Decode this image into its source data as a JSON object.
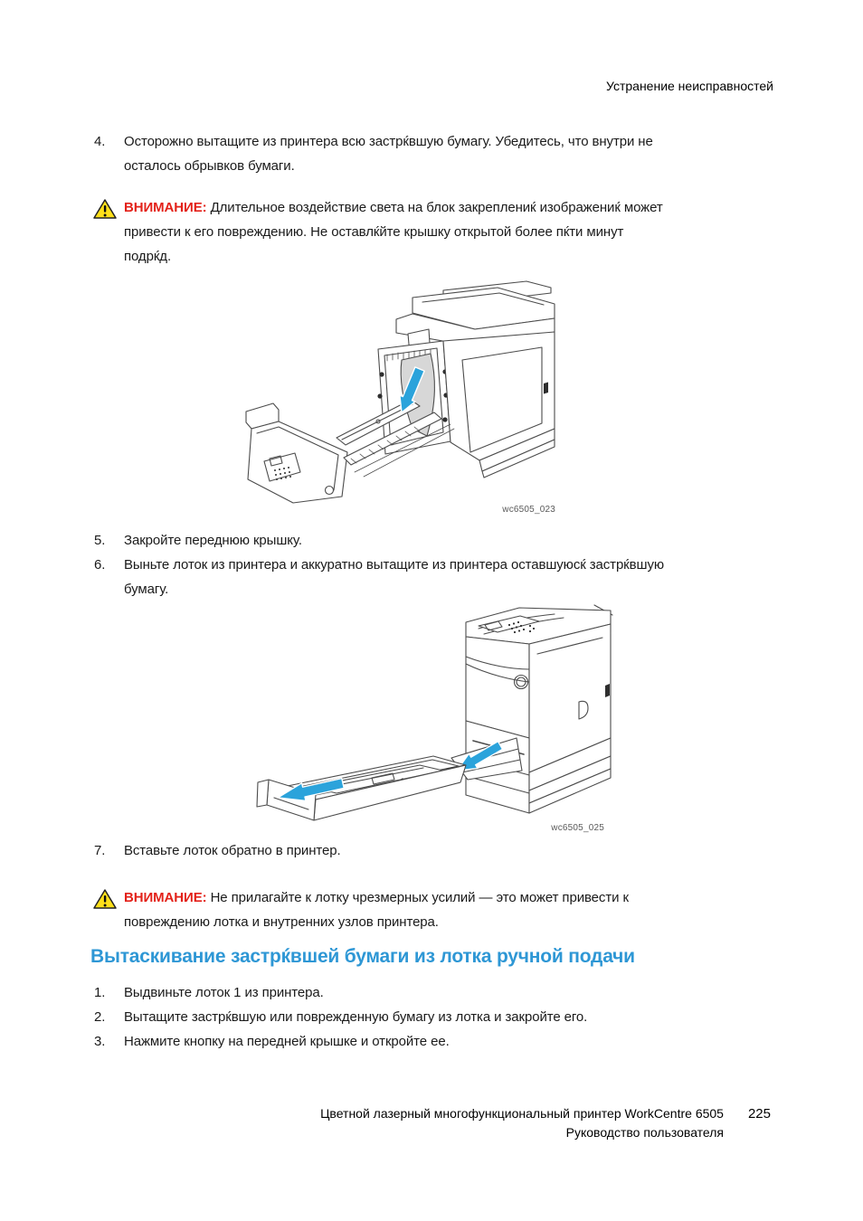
{
  "page": {
    "header": "Устранение неисправностей",
    "footer_line1": "Цветной лазерный многофункциональный принтер WorkCentre 6505",
    "footer_line2": "Руководство пользователя",
    "page_number": "225"
  },
  "steps_main": [
    {
      "num": "4.",
      "text": "Осторожно вытащите из принтера всю застрќвшую бумагу. Убедитесь, что внутри не осталось обрывков бумаги."
    },
    {
      "num": "5.",
      "text": "Закройте переднюю крышку."
    },
    {
      "num": "6.",
      "text": "Выньте лоток из принтера и аккуратно вытащите из принтера оставшуюсќ застрќвшую бумагу."
    },
    {
      "num": "7.",
      "text": "Вставьте лоток обратно в принтер."
    }
  ],
  "warnings": [
    {
      "icon": "warning-triangle-icon",
      "label": "ВНИМАНИЕ:",
      "text": "Длительное воздействие света на блок закреплениќ изображениќ может привести к его повреждению. Не оставлќйте крышку открытой более пќти минут подрќд."
    },
    {
      "icon": "warning-triangle-icon",
      "label": "ВНИМАНИЕ:",
      "text": "Не прилагайте к лотку чрезмерных усилий — это может привести к повреждению лотка и внутренних узлов принтера."
    }
  ],
  "figures": [
    {
      "caption": "wc6505_023"
    },
    {
      "caption": "wc6505_025"
    }
  ],
  "section": {
    "heading": "Вытаскивание застрќвшей бумаги из лотка ручной подачи",
    "steps": [
      {
        "num": "1.",
        "text": "Выдвиньте лоток 1 из принтера."
      },
      {
        "num": "2.",
        "text": "Вытащите застрќвшую или поврежденную бумагу из лотка и закройте его."
      },
      {
        "num": "3.",
        "text": "Нажмите кнопку на передней крышке и откройте ее."
      }
    ]
  },
  "colors": {
    "heading_blue": "#2e97d5",
    "warning_red": "#e32119",
    "arrow_blue": "#2ba3db",
    "line_gray": "#4c4c4c",
    "warning_yellow": "#ffe01a"
  }
}
